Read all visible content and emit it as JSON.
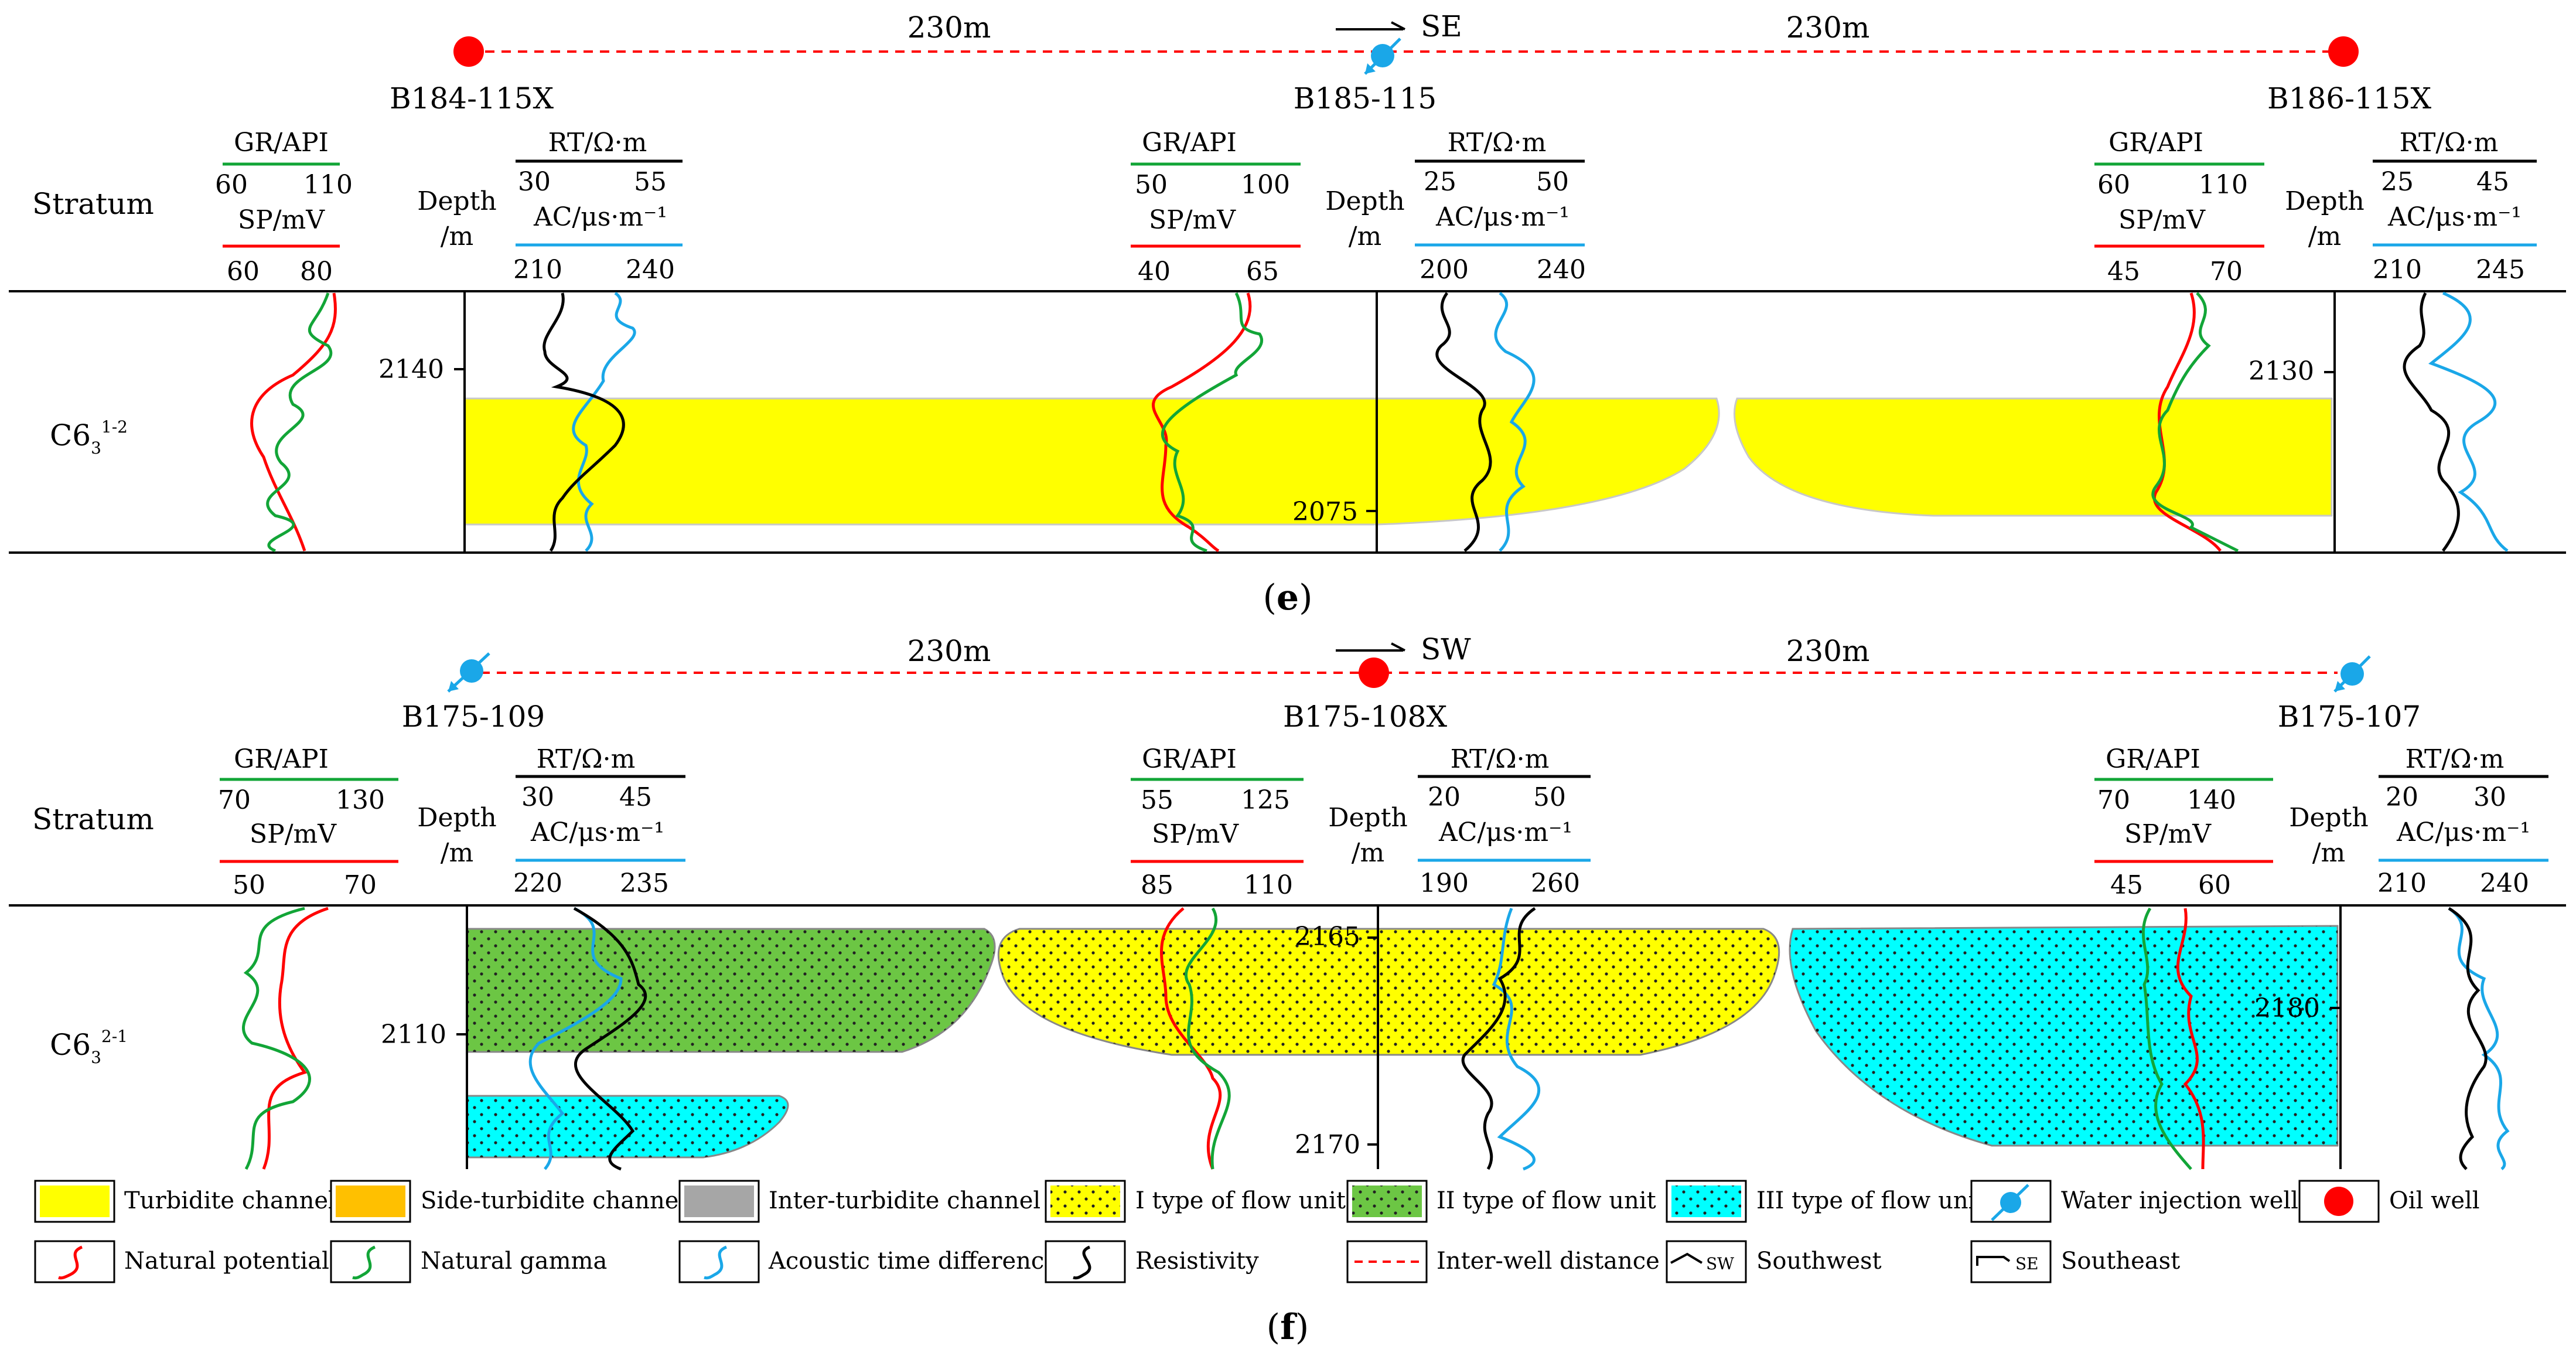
{
  "colors": {
    "turbidite_channel": "#FFFF00",
    "side_turbidite_channel": "#FFC000",
    "inter_turbidite_channel": "#A6A6A6",
    "flow_unit_I": "#FFFF00",
    "flow_unit_II": "#6CC644",
    "flow_unit_III": "#00FFFF",
    "natural_potential": "#FF0000",
    "natural_gamma": "#12A537",
    "acoustic": "#1AA7E8",
    "resistivity": "#000000",
    "oil_well": "#FF0000",
    "water_injection_well": "#1AA7E8",
    "inter_well_distance": "#FF0000"
  },
  "panel_e": {
    "caption_paren_open": "(",
    "caption_letter": "e",
    "caption_paren_close": ")",
    "direction": "SE",
    "distances": [
      "230m",
      "230m"
    ],
    "stratum_header": "Stratum",
    "stratum_base": "C6",
    "stratum_sub": "3",
    "stratum_sup": "1-2",
    "wells": [
      {
        "name": "B184-115X",
        "type": "oil-well",
        "gr": {
          "label": "GR/API",
          "min": "60",
          "max": "110"
        },
        "sp": {
          "label": "SP/mV",
          "min": "60",
          "max": "80"
        },
        "rt": {
          "label": "RT/Ω·m",
          "min": "30",
          "max": "55"
        },
        "ac": {
          "label": "AC/μs·m⁻¹",
          "min": "210",
          "max": "240"
        },
        "depth_title": "Depth",
        "depth_unit": "/m",
        "depth_ticks": [
          "2140"
        ]
      },
      {
        "name": "B185-115",
        "type": "water-injection-well",
        "gr": {
          "label": "GR/API",
          "min": "50",
          "max": "100"
        },
        "sp": {
          "label": "SP/mV",
          "min": "40",
          "max": "65"
        },
        "rt": {
          "label": "RT/Ω·m",
          "min": "25",
          "max": "50"
        },
        "ac": {
          "label": "AC/μs·m⁻¹",
          "min": "200",
          "max": "240"
        },
        "depth_title": "Depth",
        "depth_unit": "/m",
        "depth_ticks": [
          "2075"
        ]
      },
      {
        "name": "B186-115X",
        "type": "oil-well",
        "gr": {
          "label": "GR/API",
          "min": "60",
          "max": "110"
        },
        "sp": {
          "label": "SP/mV",
          "min": "45",
          "max": "70"
        },
        "rt": {
          "label": "RT/Ω·m",
          "min": "25",
          "max": "45"
        },
        "ac": {
          "label": "AC/μs·m⁻¹",
          "min": "210",
          "max": "245"
        },
        "depth_title": "Depth",
        "depth_unit": "/m",
        "depth_ticks": [
          "2130"
        ]
      }
    ]
  },
  "panel_f": {
    "caption_paren_open": "(",
    "caption_letter": "f",
    "caption_paren_close": ")",
    "direction": "SW",
    "distances": [
      "230m",
      "230m"
    ],
    "stratum_header": "Stratum",
    "stratum_base": "C6",
    "stratum_sub": "3",
    "stratum_sup": "2-1",
    "wells": [
      {
        "name": "B175-109",
        "type": "water-injection-well",
        "gr": {
          "label": "GR/API",
          "min": "70",
          "max": "130"
        },
        "sp": {
          "label": "SP/mV",
          "min": "50",
          "max": "70"
        },
        "rt": {
          "label": "RT/Ω·m",
          "min": "30",
          "max": "45"
        },
        "ac": {
          "label": "AC/μs·m⁻¹",
          "min": "220",
          "max": "235"
        },
        "depth_title": "Depth",
        "depth_unit": "/m",
        "depth_ticks": [
          "2110"
        ]
      },
      {
        "name": "B175-108X",
        "type": "oil-well",
        "gr": {
          "label": "GR/API",
          "min": "55",
          "max": "125"
        },
        "sp": {
          "label": "SP/mV",
          "min": "85",
          "max": "110"
        },
        "rt": {
          "label": "RT/Ω·m",
          "min": "20",
          "max": "50"
        },
        "ac": {
          "label": "AC/μs·m⁻¹",
          "min": "190",
          "max": "260"
        },
        "depth_title": "Depth",
        "depth_unit": "/m",
        "depth_ticks": [
          "2165",
          "2170"
        ]
      },
      {
        "name": "B175-107",
        "type": "water-injection-well",
        "gr": {
          "label": "GR/API",
          "min": "70",
          "max": "140"
        },
        "sp": {
          "label": "SP/mV",
          "min": "45",
          "max": "60"
        },
        "rt": {
          "label": "RT/Ω·m",
          "min": "20",
          "max": "30"
        },
        "ac": {
          "label": "AC/μs·m⁻¹",
          "min": "210",
          "max": "240"
        },
        "depth_title": "Depth",
        "depth_unit": "/m",
        "depth_ticks": [
          "2180"
        ]
      }
    ]
  },
  "legend": {
    "turbidite_channel": "Turbidite channel",
    "side_turbidite_channel": "Side-turbidite channel",
    "inter_turbidite_channel": "Inter-turbidite channel",
    "flow_unit_I": "I type of flow unit",
    "flow_unit_II": "II type of flow unit",
    "flow_unit_III": "III type of flow unit",
    "water_injection_well": "Water injection well",
    "oil_well": "Oil well",
    "natural_potential": "Natural potential",
    "natural_gamma": "Natural gamma",
    "acoustic": "Acoustic time difference",
    "resistivity": "Resistivity",
    "inter_well_distance": "Inter-well distance",
    "southwest": "Southwest",
    "southeast": "Southeast",
    "sw_symbol": "SW",
    "se_symbol": "SE"
  }
}
